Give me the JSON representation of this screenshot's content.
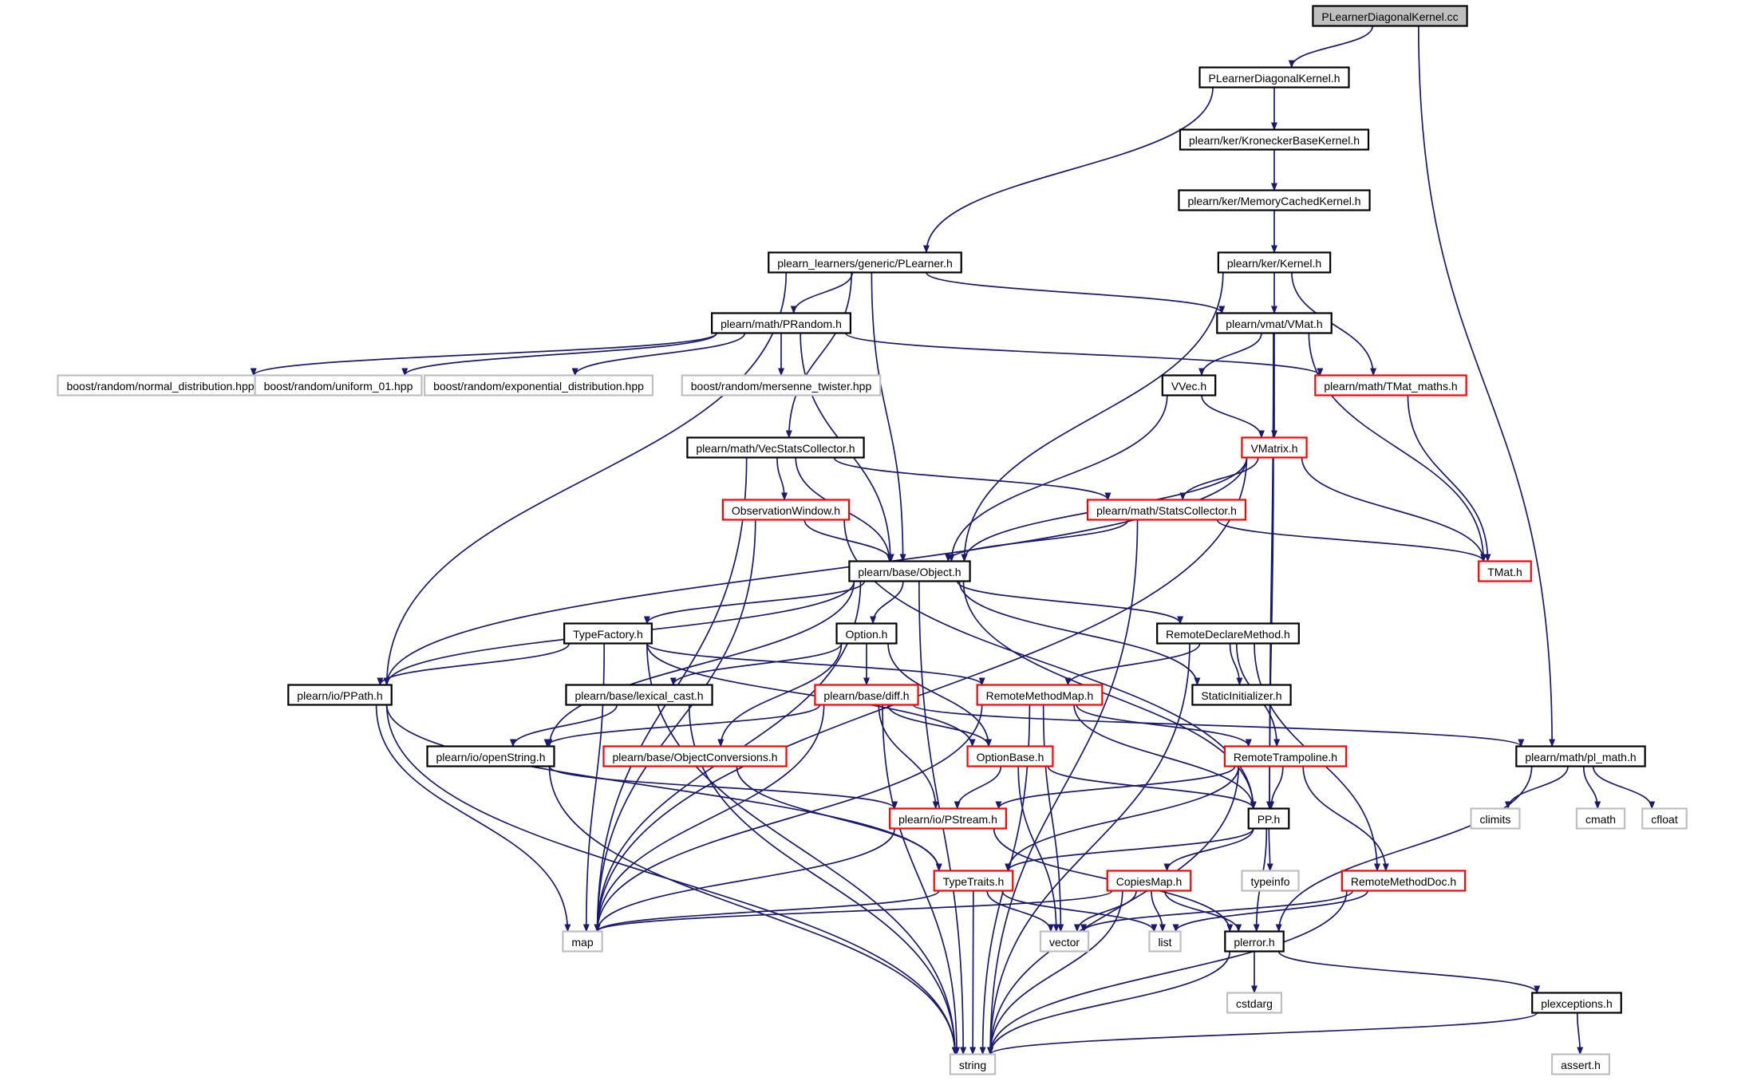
{
  "colors": {
    "edge": "#191970",
    "arrowhead": "#191970",
    "root_fill": "#bfbfbf",
    "node_border_black": "#000000",
    "node_border_red": "#ff0000",
    "node_border_gray": "#bfbfbf",
    "node_fill": "#ffffff",
    "node_text": "#000000"
  },
  "nodes": [
    {
      "id": "root",
      "label": "PLearnerDiagonalKernel.cc",
      "kind": "root"
    },
    {
      "id": "pldk_h",
      "label": "PLearnerDiagonalKernel.h",
      "kind": "black"
    },
    {
      "id": "kron",
      "label": "plearn/ker/KroneckerBaseKernel.h",
      "kind": "black"
    },
    {
      "id": "memcache",
      "label": "plearn/ker/MemoryCachedKernel.h",
      "kind": "black"
    },
    {
      "id": "kernel",
      "label": "plearn/ker/Kernel.h",
      "kind": "black"
    },
    {
      "id": "plearner",
      "label": "plearn_learners/generic/PLearner.h",
      "kind": "black"
    },
    {
      "id": "prandom",
      "label": "plearn/math/PRandom.h",
      "kind": "black"
    },
    {
      "id": "vmat",
      "label": "plearn/vmat/VMat.h",
      "kind": "black"
    },
    {
      "id": "normal",
      "label": "boost/random/normal_distribution.hpp",
      "kind": "gray"
    },
    {
      "id": "uniform",
      "label": "boost/random/uniform_01.hpp",
      "kind": "gray"
    },
    {
      "id": "expo",
      "label": "boost/random/exponential_distribution.hpp",
      "kind": "gray"
    },
    {
      "id": "mersenne",
      "label": "boost/random/mersenne_twister.hpp",
      "kind": "gray"
    },
    {
      "id": "vvec",
      "label": "VVec.h",
      "kind": "black"
    },
    {
      "id": "tmatmaths",
      "label": "plearn/math/TMat_maths.h",
      "kind": "red"
    },
    {
      "id": "vecstats",
      "label": "plearn/math/VecStatsCollector.h",
      "kind": "black"
    },
    {
      "id": "vmatrix",
      "label": "VMatrix.h",
      "kind": "red"
    },
    {
      "id": "obswin",
      "label": "ObservationWindow.h",
      "kind": "red"
    },
    {
      "id": "statscol",
      "label": "plearn/math/StatsCollector.h",
      "kind": "red"
    },
    {
      "id": "object",
      "label": "plearn/base/Object.h",
      "kind": "black"
    },
    {
      "id": "tmat",
      "label": "TMat.h",
      "kind": "red"
    },
    {
      "id": "typefactory",
      "label": "TypeFactory.h",
      "kind": "black"
    },
    {
      "id": "option",
      "label": "Option.h",
      "kind": "black"
    },
    {
      "id": "remotedecl",
      "label": "RemoteDeclareMethod.h",
      "kind": "black"
    },
    {
      "id": "ppath",
      "label": "plearn/io/PPath.h",
      "kind": "black"
    },
    {
      "id": "lexcast",
      "label": "plearn/base/lexical_cast.h",
      "kind": "black"
    },
    {
      "id": "diff",
      "label": "plearn/base/diff.h",
      "kind": "red"
    },
    {
      "id": "remotemap",
      "label": "RemoteMethodMap.h",
      "kind": "red"
    },
    {
      "id": "staticinit",
      "label": "StaticInitializer.h",
      "kind": "black"
    },
    {
      "id": "openstring",
      "label": "plearn/io/openString.h",
      "kind": "black"
    },
    {
      "id": "objconv",
      "label": "plearn/base/ObjectConversions.h",
      "kind": "red"
    },
    {
      "id": "optionbase",
      "label": "OptionBase.h",
      "kind": "red"
    },
    {
      "id": "remotetramp",
      "label": "RemoteTrampoline.h",
      "kind": "red"
    },
    {
      "id": "plmath",
      "label": "plearn/math/pl_math.h",
      "kind": "black"
    },
    {
      "id": "pstream",
      "label": "plearn/io/PStream.h",
      "kind": "red"
    },
    {
      "id": "pp",
      "label": "PP.h",
      "kind": "black"
    },
    {
      "id": "climits",
      "label": "climits",
      "kind": "gray"
    },
    {
      "id": "cmath",
      "label": "cmath",
      "kind": "gray"
    },
    {
      "id": "cfloat",
      "label": "cfloat",
      "kind": "gray"
    },
    {
      "id": "typetraits",
      "label": "TypeTraits.h",
      "kind": "red"
    },
    {
      "id": "copiesmap",
      "label": "CopiesMap.h",
      "kind": "red"
    },
    {
      "id": "typeinfo",
      "label": "typeinfo",
      "kind": "gray"
    },
    {
      "id": "remotedoc",
      "label": "RemoteMethodDoc.h",
      "kind": "red"
    },
    {
      "id": "map",
      "label": "map",
      "kind": "gray"
    },
    {
      "id": "vector",
      "label": "vector",
      "kind": "gray"
    },
    {
      "id": "list",
      "label": "list",
      "kind": "gray"
    },
    {
      "id": "plerror",
      "label": "plerror.h",
      "kind": "black"
    },
    {
      "id": "cstdarg",
      "label": "cstdarg",
      "kind": "gray"
    },
    {
      "id": "plexceptions",
      "label": "plexceptions.h",
      "kind": "black"
    },
    {
      "id": "string",
      "label": "string",
      "kind": "gray"
    },
    {
      "id": "asserth",
      "label": "assert.h",
      "kind": "gray"
    }
  ],
  "edges": [
    [
      "root",
      "pldk_h"
    ],
    [
      "root",
      "plmath"
    ],
    [
      "pldk_h",
      "plearner"
    ],
    [
      "pldk_h",
      "kron"
    ],
    [
      "kron",
      "memcache"
    ],
    [
      "memcache",
      "kernel"
    ],
    [
      "kernel",
      "object"
    ],
    [
      "kernel",
      "vmat"
    ],
    [
      "kernel",
      "tmatmaths"
    ],
    [
      "plearner",
      "ppath"
    ],
    [
      "plearner",
      "vecstats"
    ],
    [
      "plearner",
      "prandom"
    ],
    [
      "plearner",
      "object"
    ],
    [
      "plearner",
      "vmat"
    ],
    [
      "prandom",
      "normal"
    ],
    [
      "prandom",
      "uniform"
    ],
    [
      "prandom",
      "expo"
    ],
    [
      "prandom",
      "mersenne"
    ],
    [
      "prandom",
      "object"
    ],
    [
      "prandom",
      "tmatmaths"
    ],
    [
      "vmat",
      "vvec"
    ],
    [
      "vmat",
      "vmatrix"
    ],
    [
      "vmat",
      "tmat"
    ],
    [
      "vmat",
      "pp"
    ],
    [
      "vvec",
      "object"
    ],
    [
      "vvec",
      "vmatrix"
    ],
    [
      "tmatmaths",
      "tmat"
    ],
    [
      "vecstats",
      "obswin"
    ],
    [
      "vecstats",
      "object"
    ],
    [
      "vecstats",
      "statscol"
    ],
    [
      "vecstats",
      "map"
    ],
    [
      "vmatrix",
      "object"
    ],
    [
      "vmatrix",
      "statscol"
    ],
    [
      "vmatrix",
      "tmat"
    ],
    [
      "vmatrix",
      "pp"
    ],
    [
      "vmatrix",
      "ppath"
    ],
    [
      "vmatrix",
      "map"
    ],
    [
      "obswin",
      "object"
    ],
    [
      "obswin",
      "map"
    ],
    [
      "obswin",
      "pp"
    ],
    [
      "statscol",
      "object"
    ],
    [
      "statscol",
      "tmat"
    ],
    [
      "statscol",
      "string"
    ],
    [
      "object",
      "typefactory"
    ],
    [
      "object",
      "option"
    ],
    [
      "object",
      "remotedecl"
    ],
    [
      "object",
      "ppath"
    ],
    [
      "object",
      "openstring"
    ],
    [
      "object",
      "staticinit"
    ],
    [
      "object",
      "pp"
    ],
    [
      "object",
      "map"
    ],
    [
      "object",
      "string"
    ],
    [
      "typefactory",
      "ppath"
    ],
    [
      "typefactory",
      "remotemap"
    ],
    [
      "typefactory",
      "optionbase"
    ],
    [
      "typefactory",
      "map"
    ],
    [
      "typefactory",
      "string"
    ],
    [
      "option",
      "lexcast"
    ],
    [
      "option",
      "diff"
    ],
    [
      "option",
      "objconv"
    ],
    [
      "option",
      "optionbase"
    ],
    [
      "remotedecl",
      "remotemap"
    ],
    [
      "remotedecl",
      "staticinit"
    ],
    [
      "remotedecl",
      "remotetramp"
    ],
    [
      "remotedecl",
      "remotedoc"
    ],
    [
      "remotedecl",
      "string"
    ],
    [
      "ppath",
      "typetraits"
    ],
    [
      "ppath",
      "map"
    ],
    [
      "ppath",
      "string"
    ],
    [
      "lexcast",
      "openstring"
    ],
    [
      "lexcast",
      "string"
    ],
    [
      "diff",
      "openstring"
    ],
    [
      "diff",
      "optionbase"
    ],
    [
      "diff",
      "pstream"
    ],
    [
      "diff",
      "plmath"
    ],
    [
      "diff",
      "map"
    ],
    [
      "diff",
      "string"
    ],
    [
      "remotemap",
      "remotetramp"
    ],
    [
      "remotemap",
      "pp"
    ],
    [
      "remotemap",
      "vector"
    ],
    [
      "remotemap",
      "map"
    ],
    [
      "remotemap",
      "string"
    ],
    [
      "openstring",
      "pstream"
    ],
    [
      "openstring",
      "string"
    ],
    [
      "objconv",
      "typetraits"
    ],
    [
      "optionbase",
      "pstream"
    ],
    [
      "optionbase",
      "pp"
    ],
    [
      "optionbase",
      "vector"
    ],
    [
      "remotetramp",
      "pstream"
    ],
    [
      "remotetramp",
      "pp"
    ],
    [
      "remotetramp",
      "typetraits"
    ],
    [
      "remotetramp",
      "remotedoc"
    ],
    [
      "remotetramp",
      "string"
    ],
    [
      "plmath",
      "climits"
    ],
    [
      "plmath",
      "cmath"
    ],
    [
      "plmath",
      "cfloat"
    ],
    [
      "plmath",
      "plerror"
    ],
    [
      "pstream",
      "map"
    ],
    [
      "pstream",
      "plerror"
    ],
    [
      "pp",
      "typetraits"
    ],
    [
      "pp",
      "copiesmap"
    ],
    [
      "pp",
      "typeinfo"
    ],
    [
      "pp",
      "plerror"
    ],
    [
      "typetraits",
      "map"
    ],
    [
      "typetraits",
      "vector"
    ],
    [
      "typetraits",
      "list"
    ],
    [
      "typetraits",
      "string"
    ],
    [
      "copiesmap",
      "map"
    ],
    [
      "copiesmap",
      "vector"
    ],
    [
      "copiesmap",
      "list"
    ],
    [
      "copiesmap",
      "plerror"
    ],
    [
      "copiesmap",
      "string"
    ],
    [
      "remotedoc",
      "vector"
    ],
    [
      "remotedoc",
      "list"
    ],
    [
      "remotedoc",
      "string"
    ],
    [
      "plerror",
      "cstdarg"
    ],
    [
      "plerror",
      "plexceptions"
    ],
    [
      "plerror",
      "string"
    ],
    [
      "plexceptions",
      "string"
    ],
    [
      "plexceptions",
      "asserth"
    ]
  ]
}
